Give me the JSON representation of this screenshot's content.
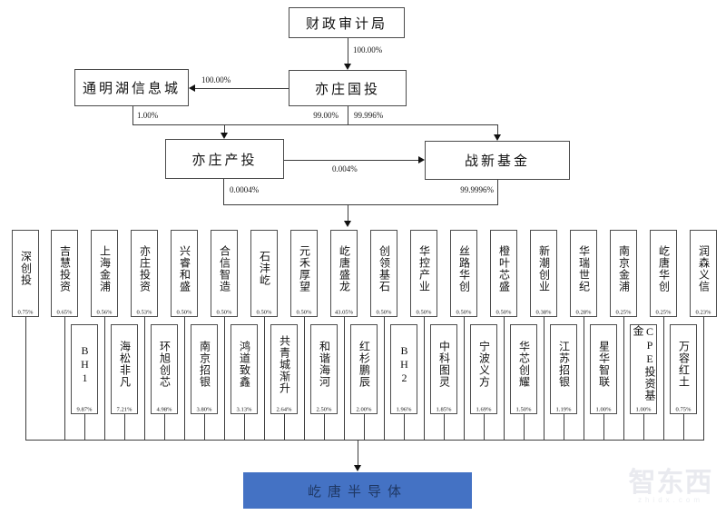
{
  "nodes": {
    "audit_bureau": "财政审计局",
    "yizhuang_guotou": "亦庄国投",
    "tongminghu": "通明湖信息城",
    "yizhuang_chantou": "亦庄产投",
    "zhanxin_fund": "战新基金"
  },
  "edges": {
    "audit_to_guotou": "100.00%",
    "guotou_to_tongminghu": "100.00%",
    "tongminghu_to_chantou": "1.00%",
    "guotou_to_chantou": "99.00%",
    "guotou_to_zhanxin": "99.996%",
    "chantou_to_zhanxin": "0.004%",
    "chantou_to_company": "0.0004%",
    "zhanxin_to_company": "99.9996%"
  },
  "shareholders": [
    {
      "name": "深创投",
      "pct": "0.75%",
      "tier": "top"
    },
    {
      "name": "吉慧投资",
      "pct": "0.65%",
      "tier": "top"
    },
    {
      "name": "BH1",
      "pct": "9.87%",
      "tier": "bottom"
    },
    {
      "name": "上海金浦",
      "pct": "0.56%",
      "tier": "top"
    },
    {
      "name": "海松非凡",
      "pct": "7.21%",
      "tier": "bottom"
    },
    {
      "name": "亦庄投资",
      "pct": "0.53%",
      "tier": "top"
    },
    {
      "name": "环旭创芯",
      "pct": "4.98%",
      "tier": "bottom"
    },
    {
      "name": "兴睿和盛",
      "pct": "0.50%",
      "tier": "top"
    },
    {
      "name": "南京招银",
      "pct": "3.80%",
      "tier": "bottom"
    },
    {
      "name": "合信智造",
      "pct": "0.50%",
      "tier": "top"
    },
    {
      "name": "鸿道致鑫",
      "pct": "3.13%",
      "tier": "bottom"
    },
    {
      "name": "石沣屹",
      "pct": "0.50%",
      "tier": "top"
    },
    {
      "name": "共青城渐升",
      "pct": "2.64%",
      "tier": "bottom"
    },
    {
      "name": "元禾厚望",
      "pct": "0.50%",
      "tier": "top"
    },
    {
      "name": "和谐海河",
      "pct": "2.50%",
      "tier": "bottom"
    },
    {
      "name": "屹唐盛龙",
      "pct": "43.05%",
      "tier": "top"
    },
    {
      "name": "红杉鹏辰",
      "pct": "2.00%",
      "tier": "bottom"
    },
    {
      "name": "创领基石",
      "pct": "0.50%",
      "tier": "top"
    },
    {
      "name": "BH2",
      "pct": "1.96%",
      "tier": "bottom"
    },
    {
      "name": "华控产业",
      "pct": "0.50%",
      "tier": "top"
    },
    {
      "name": "中科图灵",
      "pct": "1.85%",
      "tier": "bottom"
    },
    {
      "name": "丝路华创",
      "pct": "0.50%",
      "tier": "top"
    },
    {
      "name": "宁波义方",
      "pct": "1.69%",
      "tier": "bottom"
    },
    {
      "name": "橙叶芯盛",
      "pct": "0.50%",
      "tier": "top"
    },
    {
      "name": "华芯创耀",
      "pct": "1.50%",
      "tier": "bottom"
    },
    {
      "name": "新潮创业",
      "pct": "0.38%",
      "tier": "top"
    },
    {
      "name": "江苏招银",
      "pct": "1.19%",
      "tier": "bottom"
    },
    {
      "name": "华瑞世纪",
      "pct": "0.28%",
      "tier": "top"
    },
    {
      "name": "星华智联",
      "pct": "1.00%",
      "tier": "bottom"
    },
    {
      "name": "南京金浦",
      "pct": "0.25%",
      "tier": "top"
    },
    {
      "name": "CPE投资基金",
      "pct": "1.00%",
      "tier": "bottom"
    },
    {
      "name": "屹唐华创",
      "pct": "0.25%",
      "tier": "top"
    },
    {
      "name": "万容红土",
      "pct": "0.75%",
      "tier": "bottom"
    },
    {
      "name": "润森义信",
      "pct": "0.23%",
      "tier": "top"
    }
  ],
  "company": {
    "label": "屹唐半导体",
    "fill": "#4472C4",
    "text_color": "#1F3864"
  },
  "watermark": {
    "logo": "智东西",
    "domain": "zhidx.com"
  }
}
